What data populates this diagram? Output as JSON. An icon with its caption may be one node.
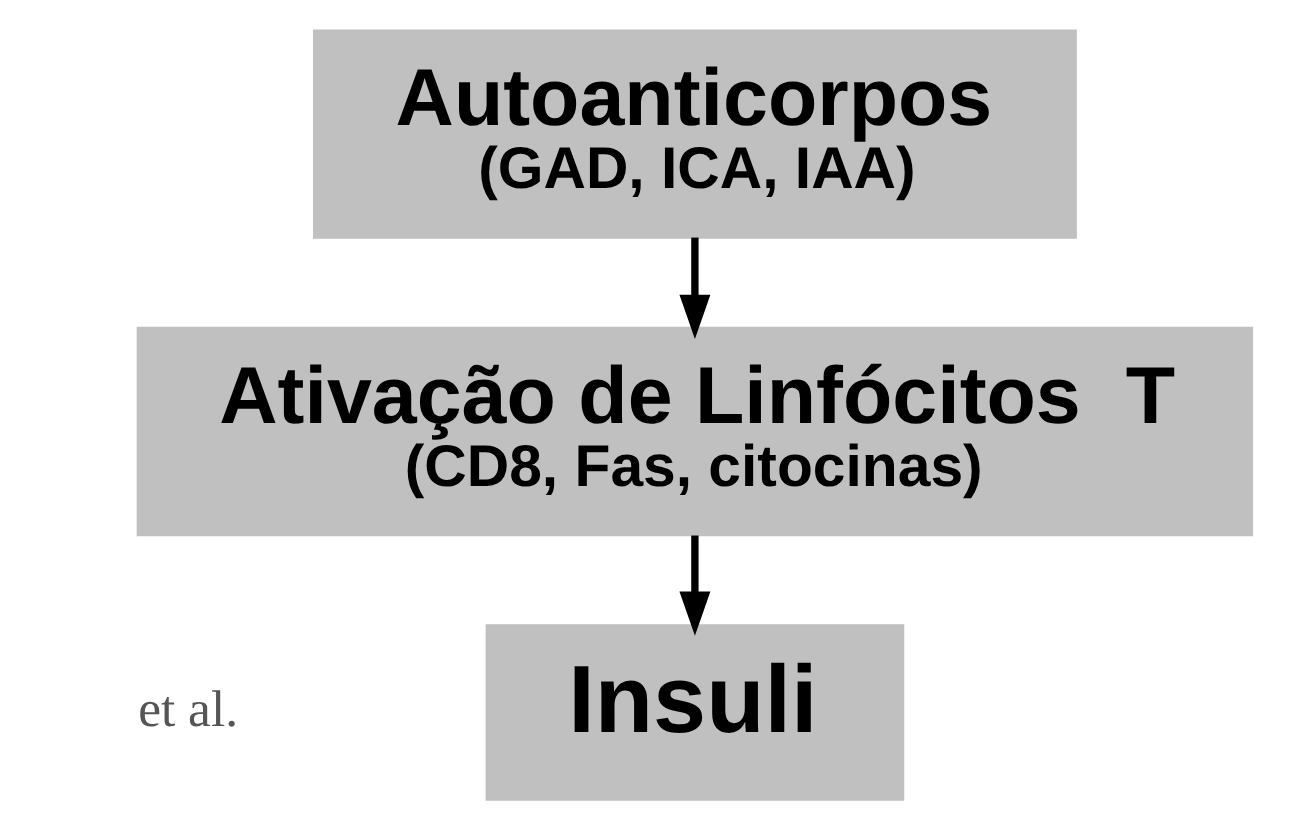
{
  "diagram": {
    "nodes": [
      {
        "text": [
          "Autoanticorpos",
          "(GAD, ICA, IAA)"
        ]
      },
      {
        "text": [
          "Ativação de Linfócitos  T",
          "(CD8, Fas, citocinas)"
        ]
      },
      {
        "text": [
          "Insuli"
        ]
      }
    ],
    "edges": [
      {
        "from": 0,
        "to": 1,
        "arrow": "to"
      },
      {
        "from": 1,
        "to": 2,
        "arrow": "to"
      }
    ],
    "labels": [
      "et al."
    ]
  }
}
